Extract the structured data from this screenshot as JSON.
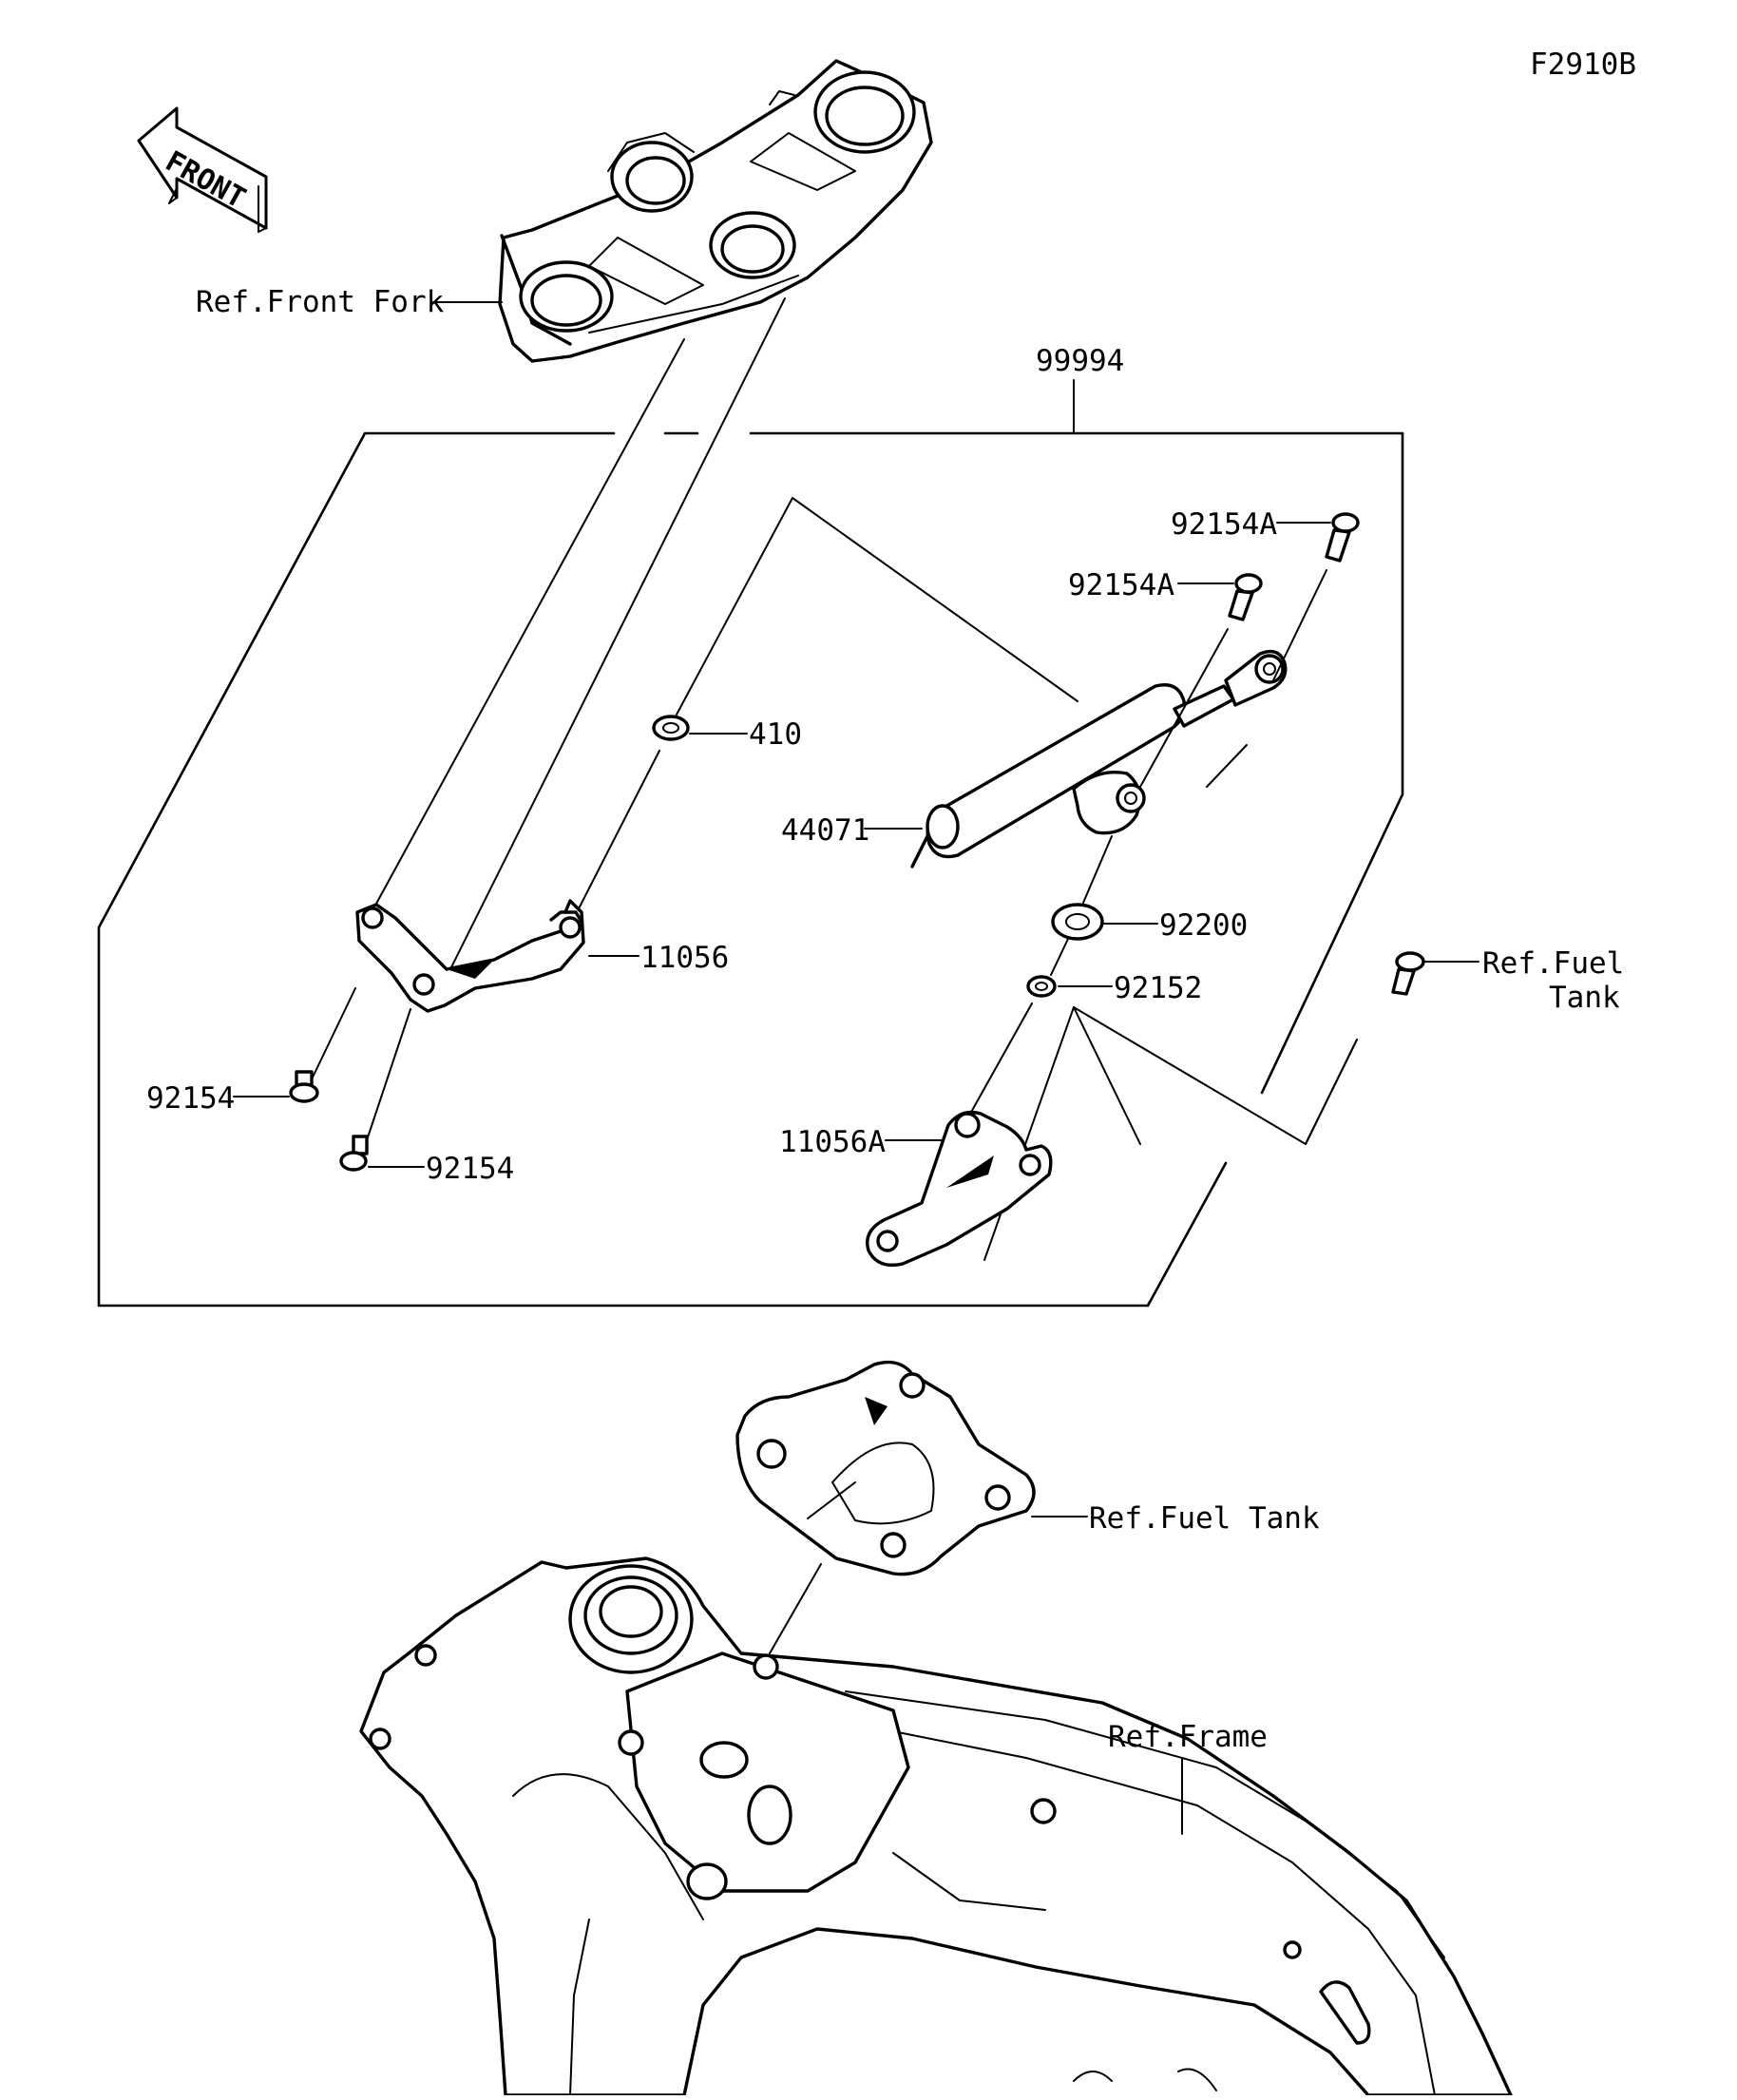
{
  "figure_code": "F2910B",
  "front_arrow_label": "FRONT",
  "callouts": {
    "ref_front_fork": "Ref.Front Fork",
    "kit": "99994",
    "part_410": "410",
    "damper": "44071",
    "bracket": "11056",
    "bolt_a_upper": "92154A",
    "bolt_a_lower": "92154A",
    "washer": "92200",
    "collar": "92152",
    "bracket_a": "11056A",
    "bolt_left": "92154",
    "bolt_lower": "92154",
    "ref_fuel_tank_line1": "Ref.Fuel",
    "ref_fuel_tank_line2": "Tank",
    "ref_fuel_tank_mount": "Ref.Fuel Tank",
    "ref_frame": "Ref.Frame"
  }
}
